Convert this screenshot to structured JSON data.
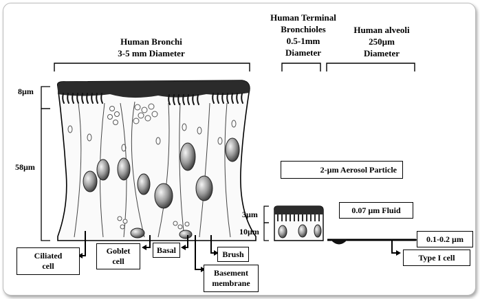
{
  "headers": {
    "bronchi": [
      "Human Bronchi",
      "3-5 mm Diameter"
    ],
    "terminal": [
      "Human Terminal",
      "Bronchioles",
      "0.5-1mm",
      "Diameter"
    ],
    "alveoli": [
      "Human alveoli",
      "250µm",
      "Diameter"
    ]
  },
  "dimensions": {
    "d8": "8µm",
    "d58": "58µm",
    "d3": "3µm",
    "d10": "10µm"
  },
  "legend": {
    "aerosol": "2-µm Aerosol Particle"
  },
  "labels": {
    "ciliated": [
      "Ciliated",
      "cell"
    ],
    "goblet": [
      "Goblet",
      "cell"
    ],
    "basal": "Basal",
    "brush": "Brush",
    "basement": [
      "Basement",
      "membrane"
    ],
    "fluid": "0.07 µm Fluid",
    "thickness": "0.1-0.2 µm",
    "type1": "Type I cell"
  }
}
